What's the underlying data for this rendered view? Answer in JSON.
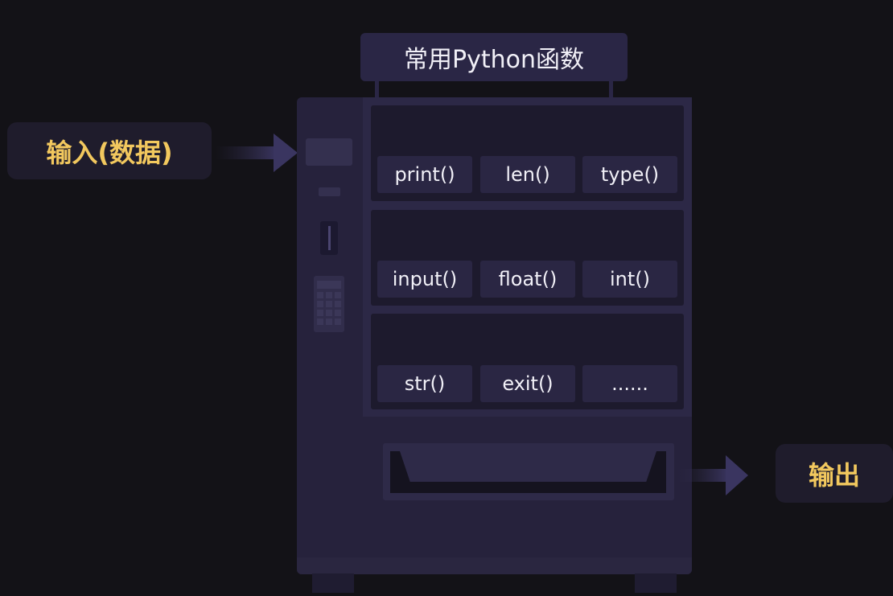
{
  "title": "常用Python函数",
  "input_label": "输入(数据)",
  "output_label": "输出",
  "shelves": [
    {
      "functions": [
        "print()",
        "len()",
        "type()"
      ]
    },
    {
      "functions": [
        "input()",
        "float()",
        "int()"
      ]
    },
    {
      "functions": [
        "str()",
        "exit()",
        "......"
      ]
    }
  ],
  "colors": {
    "background": "#131217",
    "label_accent": "#f2c85e",
    "machine_body": "#26223c",
    "button_fill": "#2a2643"
  }
}
